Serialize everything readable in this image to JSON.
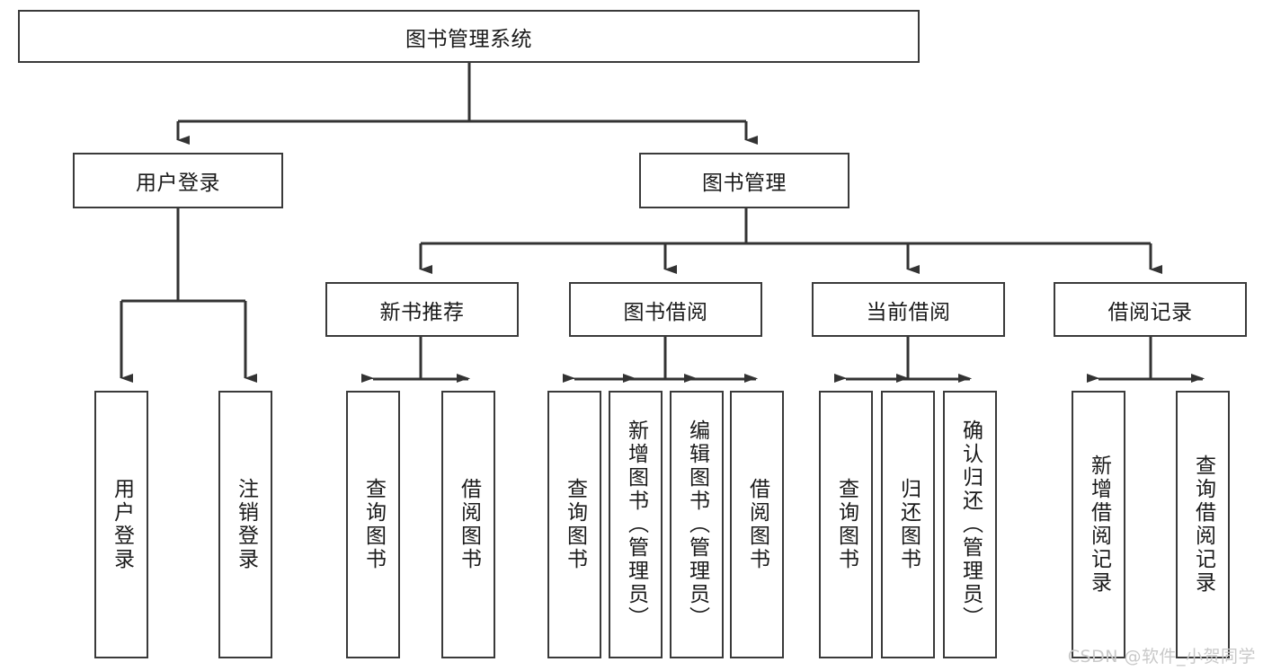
{
  "diagram": {
    "title": "图书管理系统",
    "type": "hierarchy-tree",
    "root": {
      "id": "root",
      "label": "图书管理系统",
      "orientation": "horizontal"
    },
    "level2": [
      {
        "id": "user-login",
        "label": "用户登录",
        "orientation": "horizontal"
      },
      {
        "id": "book-management",
        "label": "图书管理",
        "orientation": "horizontal"
      }
    ],
    "level3": [
      {
        "id": "new-book-recommend",
        "label": "新书推荐",
        "orientation": "horizontal",
        "parent": "book-management"
      },
      {
        "id": "book-borrow",
        "label": "图书借阅",
        "orientation": "horizontal",
        "parent": "book-management"
      },
      {
        "id": "current-borrow",
        "label": "当前借阅",
        "orientation": "horizontal",
        "parent": "book-management"
      },
      {
        "id": "borrow-record",
        "label": "借阅记录",
        "orientation": "horizontal",
        "parent": "book-management"
      }
    ],
    "leaves": [
      {
        "id": "leaf-user-login",
        "label": "用户登录",
        "parent": "user-login"
      },
      {
        "id": "leaf-logout-login",
        "label": "注销登录",
        "parent": "user-login"
      },
      {
        "id": "leaf-query-book-1",
        "label": "查询图书",
        "parent": "new-book-recommend"
      },
      {
        "id": "leaf-borrow-book-1",
        "label": "借阅图书",
        "parent": "new-book-recommend"
      },
      {
        "id": "leaf-query-book-2",
        "label": "查询图书",
        "parent": "book-borrow"
      },
      {
        "id": "leaf-add-book",
        "label": "新增图书（管理员）",
        "parent": "book-borrow"
      },
      {
        "id": "leaf-edit-book",
        "label": "编辑图书（管理员）",
        "parent": "book-borrow"
      },
      {
        "id": "leaf-borrow-book-2",
        "label": "借阅图书",
        "parent": "book-borrow"
      },
      {
        "id": "leaf-query-book-3",
        "label": "查询图书",
        "parent": "current-borrow"
      },
      {
        "id": "leaf-return-book",
        "label": "归还图书",
        "parent": "current-borrow"
      },
      {
        "id": "leaf-confirm-return",
        "label": "确认归还（管理员）",
        "parent": "current-borrow"
      },
      {
        "id": "leaf-add-record",
        "label": "新增借阅记录",
        "parent": "borrow-record"
      },
      {
        "id": "leaf-query-record",
        "label": "查询借阅记录",
        "parent": "borrow-record"
      }
    ],
    "colors": {
      "box_border": "#3a3a3a",
      "box_fill": "#ffffff",
      "connector": "#333333",
      "text": "#1a1a1a",
      "watermark": "#c9c9c9"
    }
  },
  "watermark": {
    "text": "CSDN @软件_小贺同学"
  }
}
